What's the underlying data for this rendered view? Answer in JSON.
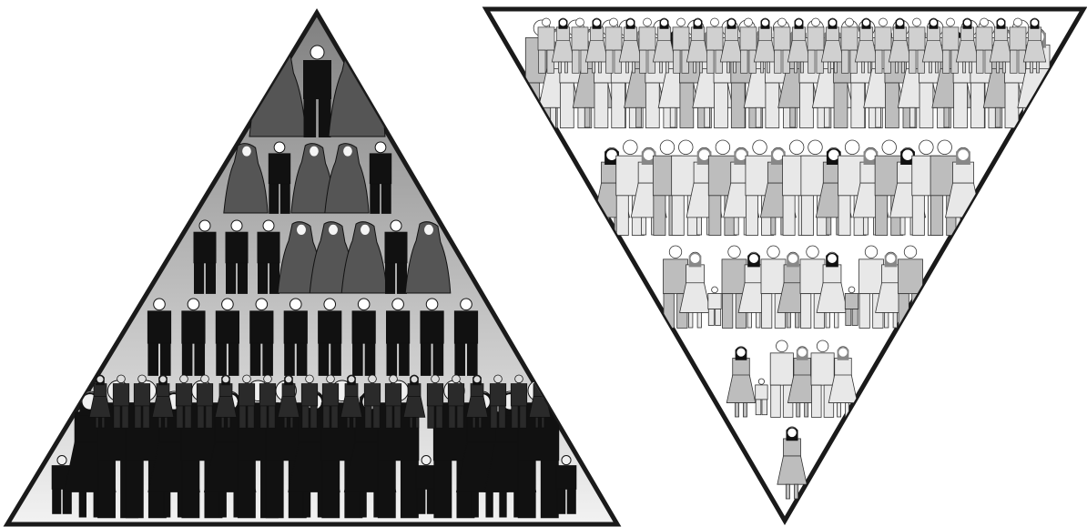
{
  "left_pyramid": {
    "tiers": [
      {
        "name": "apex",
        "figures": [
          {
            "kind": "hooded"
          },
          {
            "kind": "man"
          },
          {
            "kind": "hooded"
          }
        ]
      },
      {
        "name": "tier-2",
        "figures": [
          {
            "kind": "hooded"
          },
          {
            "kind": "man"
          },
          {
            "kind": "hooded"
          },
          {
            "kind": "hooded"
          },
          {
            "kind": "man"
          }
        ]
      },
      {
        "name": "tier-3",
        "figures": [
          {
            "kind": "man"
          },
          {
            "kind": "man"
          },
          {
            "kind": "man"
          },
          {
            "kind": "hooded"
          },
          {
            "kind": "hooded"
          },
          {
            "kind": "hooded"
          },
          {
            "kind": "man"
          },
          {
            "kind": "hooded"
          }
        ]
      },
      {
        "name": "tier-4",
        "figures": [
          {
            "kind": "man"
          },
          {
            "kind": "man"
          },
          {
            "kind": "man"
          },
          {
            "kind": "man"
          },
          {
            "kind": "man"
          },
          {
            "kind": "man"
          },
          {
            "kind": "man"
          },
          {
            "kind": "man"
          },
          {
            "kind": "man"
          },
          {
            "kind": "man"
          }
        ]
      },
      {
        "name": "crowd",
        "figures": [
          {
            "kind": "child"
          },
          {
            "kind": "woman"
          },
          {
            "kind": "man"
          },
          {
            "kind": "man"
          },
          {
            "kind": "woman"
          },
          {
            "kind": "man"
          },
          {
            "kind": "woman"
          },
          {
            "kind": "man"
          },
          {
            "kind": "man"
          },
          {
            "kind": "woman"
          },
          {
            "kind": "man"
          },
          {
            "kind": "woman"
          },
          {
            "kind": "man"
          },
          {
            "kind": "child"
          },
          {
            "kind": "man"
          },
          {
            "kind": "woman"
          },
          {
            "kind": "woman"
          },
          {
            "kind": "man"
          },
          {
            "kind": "child"
          }
        ]
      }
    ]
  },
  "right_pyramid": {
    "tiers": [
      {
        "name": "crowd-top",
        "figure_count": 30
      },
      {
        "name": "tier-2",
        "figure_count": 20
      },
      {
        "name": "tier-3",
        "figure_count": 13
      },
      {
        "name": "tier-4",
        "figure_count": 6
      },
      {
        "name": "point",
        "figure_count": 1
      }
    ]
  },
  "colors": {
    "outline": "#1a1a1a",
    "pyramid_top": "#808080",
    "pyramid_bottom": "#f2f2f2",
    "dark_figure": "#111111",
    "hooded_figure": "#555555",
    "light_figure": "#e8e8e8"
  }
}
